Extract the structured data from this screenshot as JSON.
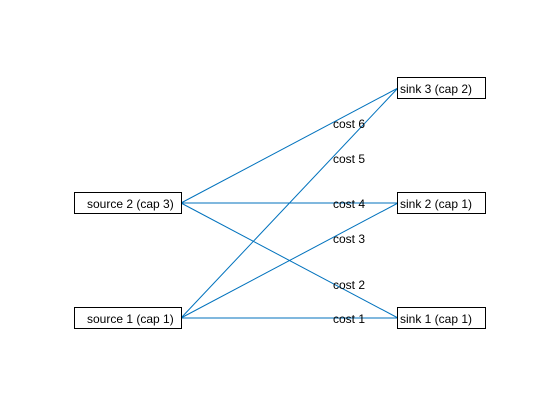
{
  "nodes": {
    "source_2": "source 2 (cap 3)",
    "source_1": "source 1 (cap 1)",
    "sink_3": "sink 3 (cap 2)",
    "sink_2": "sink 2 (cap 1)",
    "sink_1": "sink 1 (cap 1)"
  },
  "edges": [
    {
      "from": "source_1",
      "to": "sink_1",
      "label": "cost 1"
    },
    {
      "from": "source_2",
      "to": "sink_1",
      "label": "cost 2"
    },
    {
      "from": "source_1",
      "to": "sink_2",
      "label": "cost 3"
    },
    {
      "from": "source_2",
      "to": "sink_2",
      "label": "cost 4"
    },
    {
      "from": "source_1",
      "to": "sink_3",
      "label": "cost 5"
    },
    {
      "from": "source_2",
      "to": "sink_3",
      "label": "cost 6"
    }
  ],
  "colors": {
    "edge": "#0072bd",
    "node_border": "#000000",
    "background": "#ffffff"
  }
}
